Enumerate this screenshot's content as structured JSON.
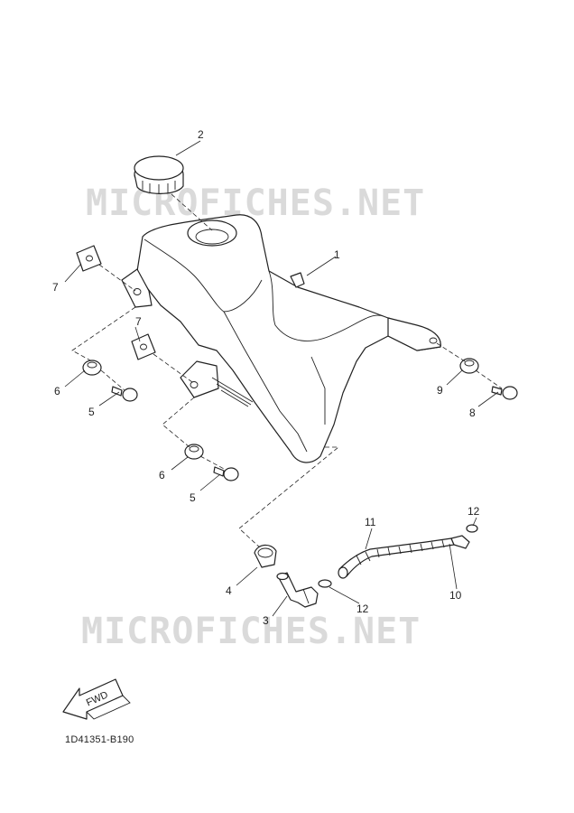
{
  "watermarks": [
    "MICROFICHES.NET",
    "MICROFICHES.NET"
  ],
  "diagram_code": "1D41351-B190",
  "fwd_label": "FWD",
  "callouts": {
    "fuel_tank": "1",
    "tank_cap": "2",
    "fuel_cock": "3",
    "cock_clamp": "4",
    "bolt_left_upper": "5",
    "bolt_left_lower": "5",
    "damper_left_upper": "6",
    "damper_left_lower": "6",
    "nut_upper": "7",
    "nut_lower": "7",
    "bolt_right": "8",
    "damper_right": "9",
    "fuel_hose": "10",
    "hose_protector": "11",
    "clip_upper": "12",
    "clip_lower": "12"
  }
}
